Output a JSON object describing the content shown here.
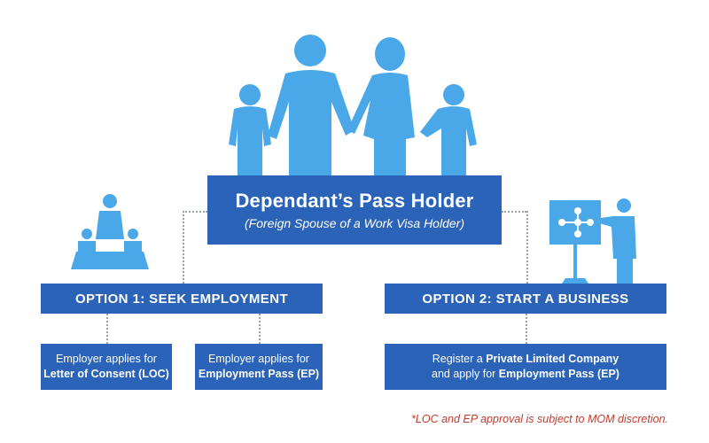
{
  "colors": {
    "box_fill": "#2a63b8",
    "illustration": "#4aa8e8",
    "footnote": "#c23b2f",
    "connector": "#9aa3ad"
  },
  "icons": {
    "family": "family-silhouette-icon",
    "meeting": "business-meeting-icon",
    "presenter": "presenter-whiteboard-icon"
  },
  "root": {
    "title": "Dependant’s Pass Holder",
    "subtitle": "(Foreign Spouse of a Work Visa Holder)"
  },
  "options": [
    {
      "label": "OPTION 1: SEEK EMPLOYMENT",
      "children": [
        {
          "prefix": "Employer applies for",
          "strong": "Letter of Consent (LOC)",
          "suffix": ""
        },
        {
          "prefix": "Employer applies for",
          "strong": "Employment Pass (EP)",
          "suffix": ""
        }
      ]
    },
    {
      "label": "OPTION 2: START A BUSINESS",
      "children": [
        {
          "prefix": "Register a",
          "strong": "Private Limited Company",
          "line2_prefix": "and apply for",
          "line2_strong": "Employment Pass (EP)"
        }
      ]
    }
  ],
  "footnote": "*LOC and EP approval is subject to MOM discretion."
}
